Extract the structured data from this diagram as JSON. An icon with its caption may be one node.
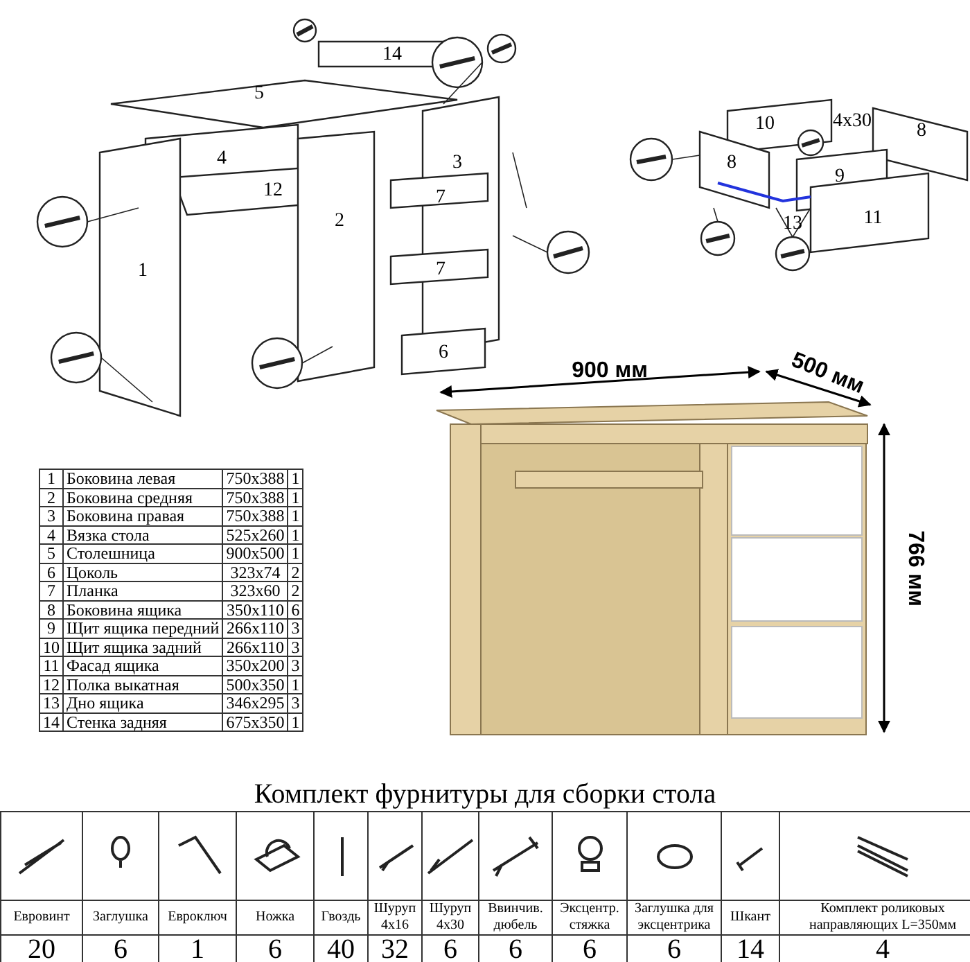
{
  "diagram": {
    "labels": [
      "14",
      "5",
      "4",
      "12",
      "3",
      "1",
      "2",
      "7",
      "7",
      "6",
      "10",
      "4x30",
      "8",
      "8",
      "9",
      "13",
      "11",
      "900 мм",
      "500 мм",
      "766 мм",
      "1",
      "Боковина левая",
      "750x388",
      "1",
      "2",
      "Боковина средняя",
      "750x388",
      "1",
      "3",
      "Боковина правая",
      "750x388",
      "1",
      "4",
      "Вязка стола",
      "525x260",
      "1",
      "5",
      "Столешница",
      "900x500",
      "1",
      "6",
      "Цоколь",
      "323x74",
      "2",
      "7",
      "Планка",
      "323x60",
      "2",
      "8",
      "Боковина ящика",
      "350x110",
      "6",
      "9",
      "Щит ящика передний",
      "266x110",
      "3",
      "10",
      "Щит ящика задний",
      "266x110",
      "3",
      "11",
      "Фасад ящика",
      "350x200",
      "3",
      "12",
      "Полка выкатная",
      "500x350",
      "1",
      "13",
      "Дно ящика",
      "346x295",
      "3",
      "14",
      "Стенка задняя",
      "675x350",
      "1",
      "Комплект фурнитуры для сборки стола",
      "Евровинт",
      "Заглушка",
      "Евроключ",
      "Ножка",
      "Гвоздь",
      "Шуруп 4x16",
      "Шуруп 4x30",
      "Ввинчив. дюбель",
      "Эксцентр. стяжка",
      "Заглушка для эксцентрика",
      "Шкант",
      "Комплект роликовых направляющих L=350мм",
      "20",
      "6",
      "1",
      "6",
      "40",
      "32",
      "6",
      "6",
      "6",
      "6",
      "14",
      "4"
    ]
  }
}
